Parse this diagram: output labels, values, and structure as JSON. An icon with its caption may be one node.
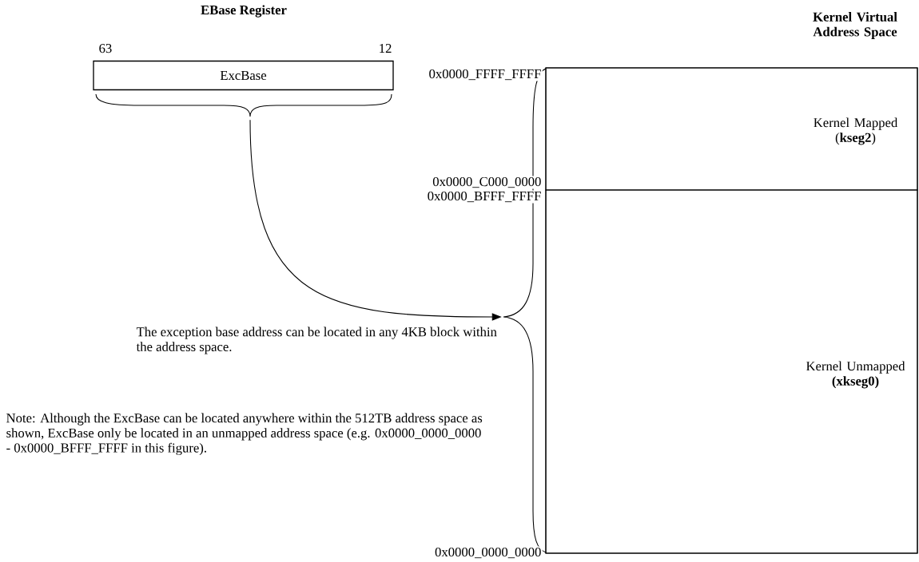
{
  "diagram": {
    "nodes": [
      {
        "text": [
          "EBase Register",
          "ExcBase"
        ],
        "beside": [
          "63",
          "12"
        ]
      },
      {
        "text": [
          "Kernel Virtual Address Space"
        ]
      },
      {
        "text": [
          "Kernel Mapped (**kseg2**)"
        ],
        "in": 1
      },
      {
        "text": [
          "Kernel Unmapped **(xkseg0)**"
        ],
        "in": 1
      },
      {
        "text": [],
        "shape": "brace"
      },
      {
        "text": [],
        "shape": "brace"
      }
    ],
    "edges": [
      {
        "from": 4,
        "to": 5,
        "arrow": "to"
      }
    ],
    "labels": [
      "0x0000_FFFF_FFFF",
      "0x0000_C000_0000",
      "0x0000_BFFF_FFFF",
      "The exception base address can be located in any 4KB block within the address space.",
      "Note: Although the ExcBase can be located anywhere within the 512TB address space as shown, ExcBase only be located in an unmapped address space (e.g. 0x0000_0000_0000 - 0x0000_BFFF_FFFF in this figure).",
      "0x0000_0000_0000"
    ]
  }
}
